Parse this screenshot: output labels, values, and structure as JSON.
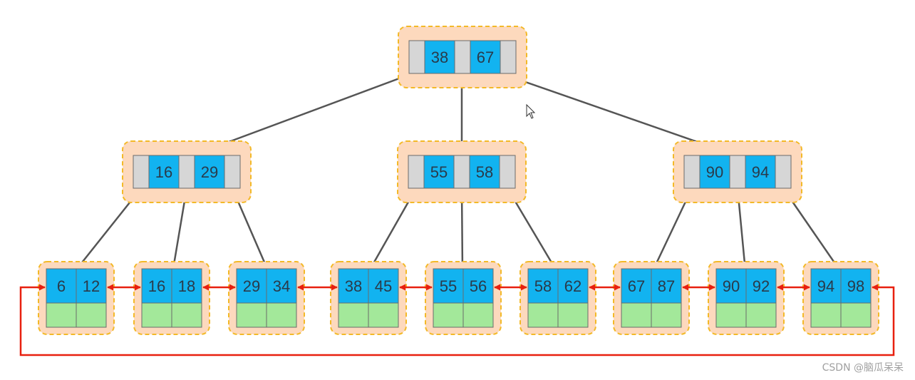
{
  "tree": {
    "root": {
      "keys": [
        "38",
        "67"
      ]
    },
    "internal": [
      {
        "keys": [
          "16",
          "29"
        ]
      },
      {
        "keys": [
          "55",
          "58"
        ]
      },
      {
        "keys": [
          "90",
          "94"
        ]
      }
    ],
    "leaves": [
      {
        "keys": [
          "6",
          "12"
        ]
      },
      {
        "keys": [
          "16",
          "18"
        ]
      },
      {
        "keys": [
          "29",
          "34"
        ]
      },
      {
        "keys": [
          "38",
          "45"
        ]
      },
      {
        "keys": [
          "55",
          "56"
        ]
      },
      {
        "keys": [
          "58",
          "62"
        ]
      },
      {
        "keys": [
          "67",
          "87"
        ]
      },
      {
        "keys": [
          "90",
          "92"
        ]
      },
      {
        "keys": [
          "94",
          "98"
        ]
      }
    ]
  },
  "colors": {
    "key_cell": "#12b3f0",
    "pointer_cell": "#d6d6d6",
    "data_cell": "#a3e89a",
    "node_fill": "#fdd9bd",
    "node_border": "#f3b928",
    "tree_arrow": "#555555",
    "leaf_link": "#e8200f"
  },
  "watermark": "CSDN @脑瓜呆呆"
}
